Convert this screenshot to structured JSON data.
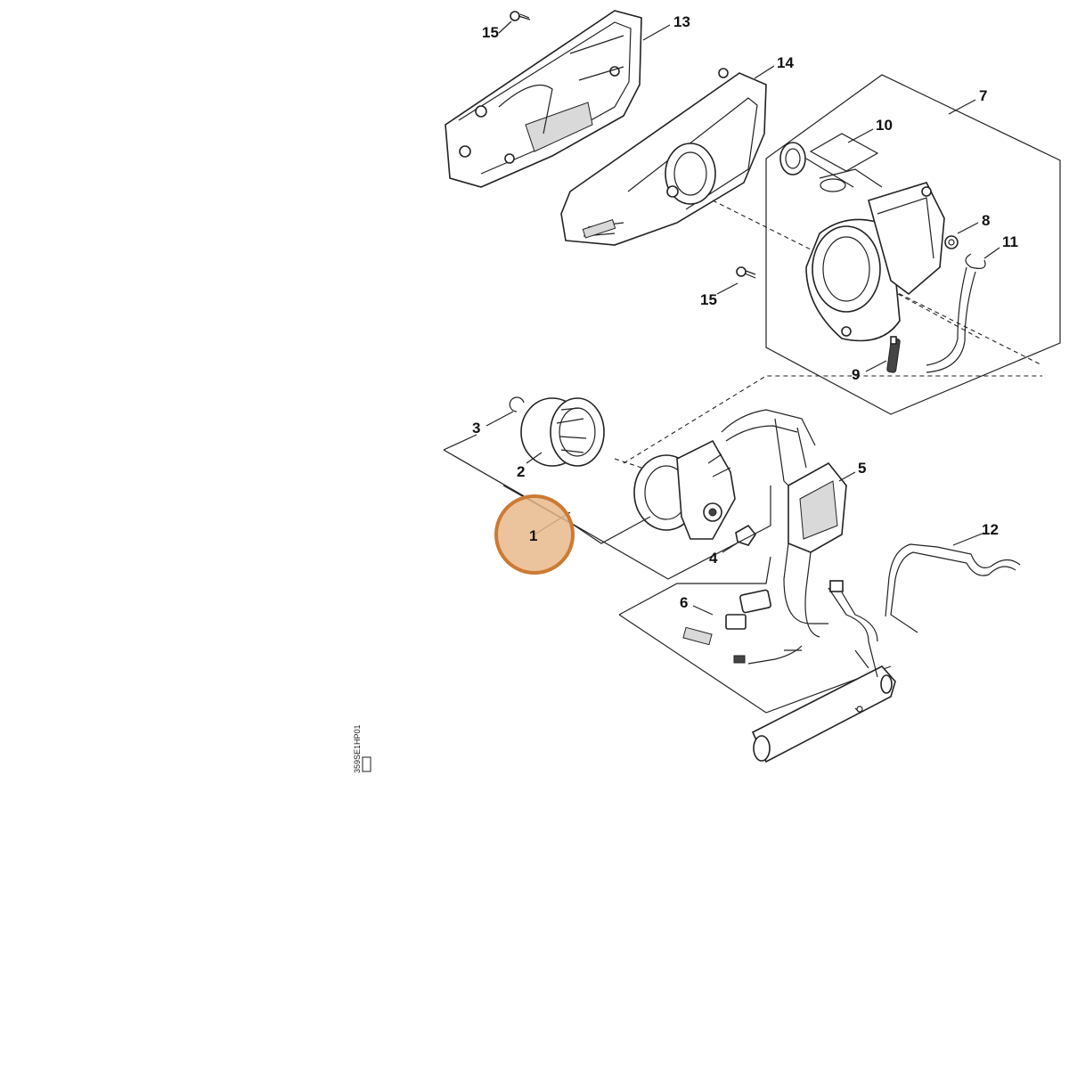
{
  "diagram": {
    "callouts": [
      "1",
      "2",
      "3",
      "4",
      "5",
      "6",
      "7",
      "8",
      "9",
      "10",
      "11",
      "12",
      "13",
      "14",
      "15",
      "15"
    ],
    "highlighted_callout": "1",
    "highlight_color": "#cc7a33",
    "highlight_fill": "#e8b98c",
    "drawing_code": "359SE1HP01"
  }
}
